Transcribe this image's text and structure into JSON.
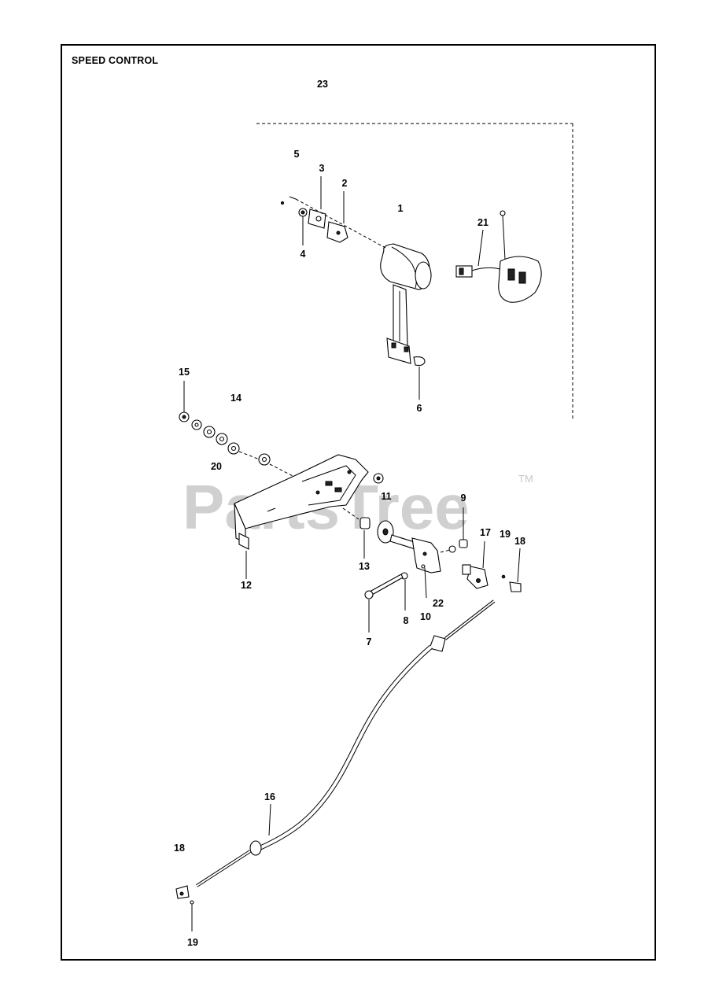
{
  "page_title": "SPEED CONTROL",
  "watermark": "PartsTree",
  "watermark_mark": "TM",
  "callouts": [
    "23",
    "5",
    "3",
    "2",
    "1",
    "21",
    "4",
    "6",
    "15",
    "14",
    "20",
    "11",
    "9",
    "17",
    "19",
    "18",
    "12",
    "13",
    "22",
    "10",
    "8",
    "7",
    "16",
    "18",
    "19"
  ]
}
